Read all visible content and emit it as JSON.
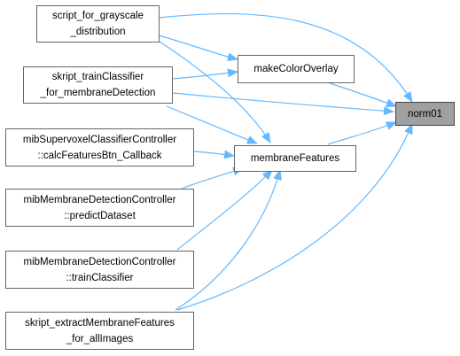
{
  "colors": {
    "edge": "#63b8ff",
    "node_border": "#666666",
    "focus_fill": "#a0a0a0"
  },
  "nodes": {
    "script_for_grayscale": {
      "line1": "script_for_grayscale",
      "line2": "_distribution"
    },
    "skript_trainClassifier": {
      "line1": "skript_trainClassifier",
      "line2": "_for_membraneDetection"
    },
    "calcFeatures": {
      "line1": "mibSupervoxelClassifierController",
      "line2": "::calcFeaturesBtn_Callback"
    },
    "predictDataset": {
      "line1": "mibMembraneDetectionController",
      "line2": "::predictDataset"
    },
    "trainClassifier": {
      "line1": "mibMembraneDetectionController",
      "line2": "::trainClassifier"
    },
    "skript_extract": {
      "line1": "skript_extractMembraneFeatures",
      "line2": "_for_allImages"
    },
    "makeColorOverlay": {
      "line1": "makeColorOverlay"
    },
    "membraneFeatures": {
      "line1": "membraneFeatures"
    },
    "norm01": {
      "line1": "norm01"
    }
  }
}
